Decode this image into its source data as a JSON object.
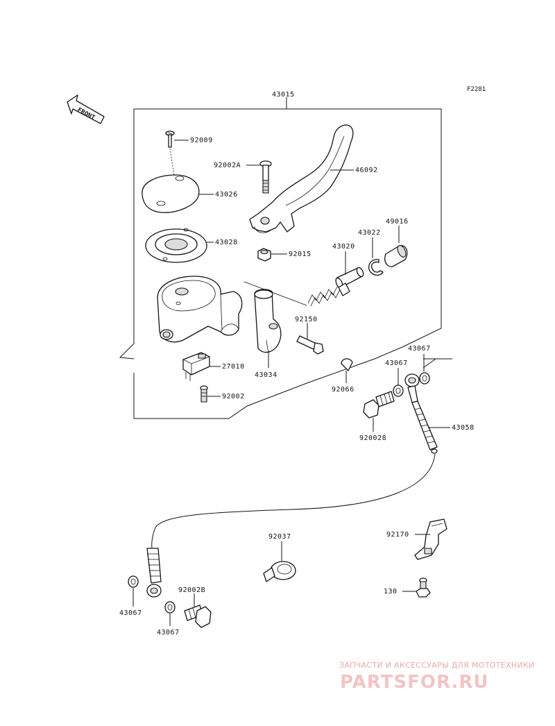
{
  "figure_code": "F2281",
  "front_label": "FRONT",
  "assembly_label": "43015",
  "parts": {
    "p92009": "92009",
    "p43026": "43026",
    "p43028": "43028",
    "p92002a": "92002A",
    "p46092": "46092",
    "p92015": "92015",
    "p43020": "43020",
    "p43022": "43022",
    "p49016": "49016",
    "p92150": "92150",
    "p27010": "27010",
    "p43034": "43034",
    "p92002": "92002",
    "p92066": "92066",
    "p43067_top_right": "43067",
    "p43067_top_left": "43067",
    "p920028": "920028",
    "p43058": "43058",
    "p92037": "92037",
    "p92170": "92170",
    "p130": "130",
    "p43067_bottom_left": "43067",
    "p92002b": "92002B",
    "p43067_bottom_mid": "43067"
  },
  "watermark": {
    "tagline": "ЗАПЧАСТИ И АКСЕССУАРЫ ДЛЯ МОТОТЕХНИКИ",
    "logo": "PARTSFOR.RU"
  }
}
